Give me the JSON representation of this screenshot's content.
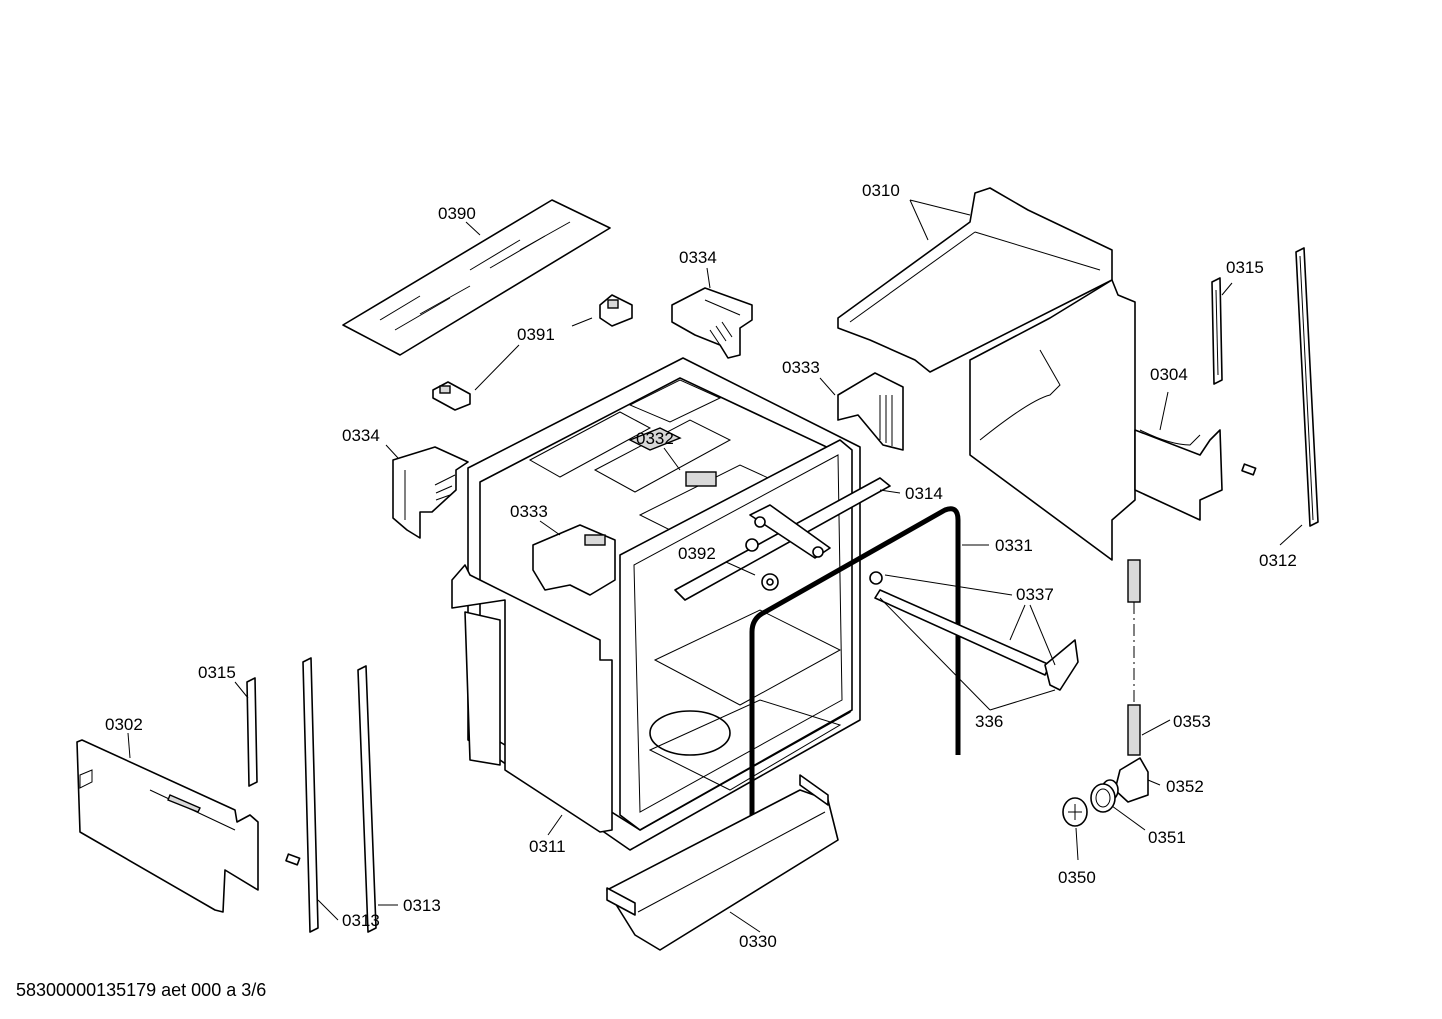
{
  "footer_text": "58300000135179 aet 000 a 3/6",
  "labels": {
    "p0390": "0390",
    "p0391": "0391",
    "p0334_top": "0334",
    "p0334_left": "0334",
    "p0333_right": "0333",
    "p0333_left": "0333",
    "p0332": "0332",
    "p0310": "0310",
    "p0315_right": "0315",
    "p0304": "0304",
    "p0312": "0312",
    "p0314": "0314",
    "p0392": "0392",
    "p0331": "0331",
    "p0337": "0337",
    "p336": "336",
    "p0353": "0353",
    "p0352": "0352",
    "p0351": "0351",
    "p0350": "0350",
    "p0315_left": "0315",
    "p0302": "0302",
    "p0313_a": "0313",
    "p0313_b": "0313",
    "p0311": "0311",
    "p0330": "0330"
  }
}
